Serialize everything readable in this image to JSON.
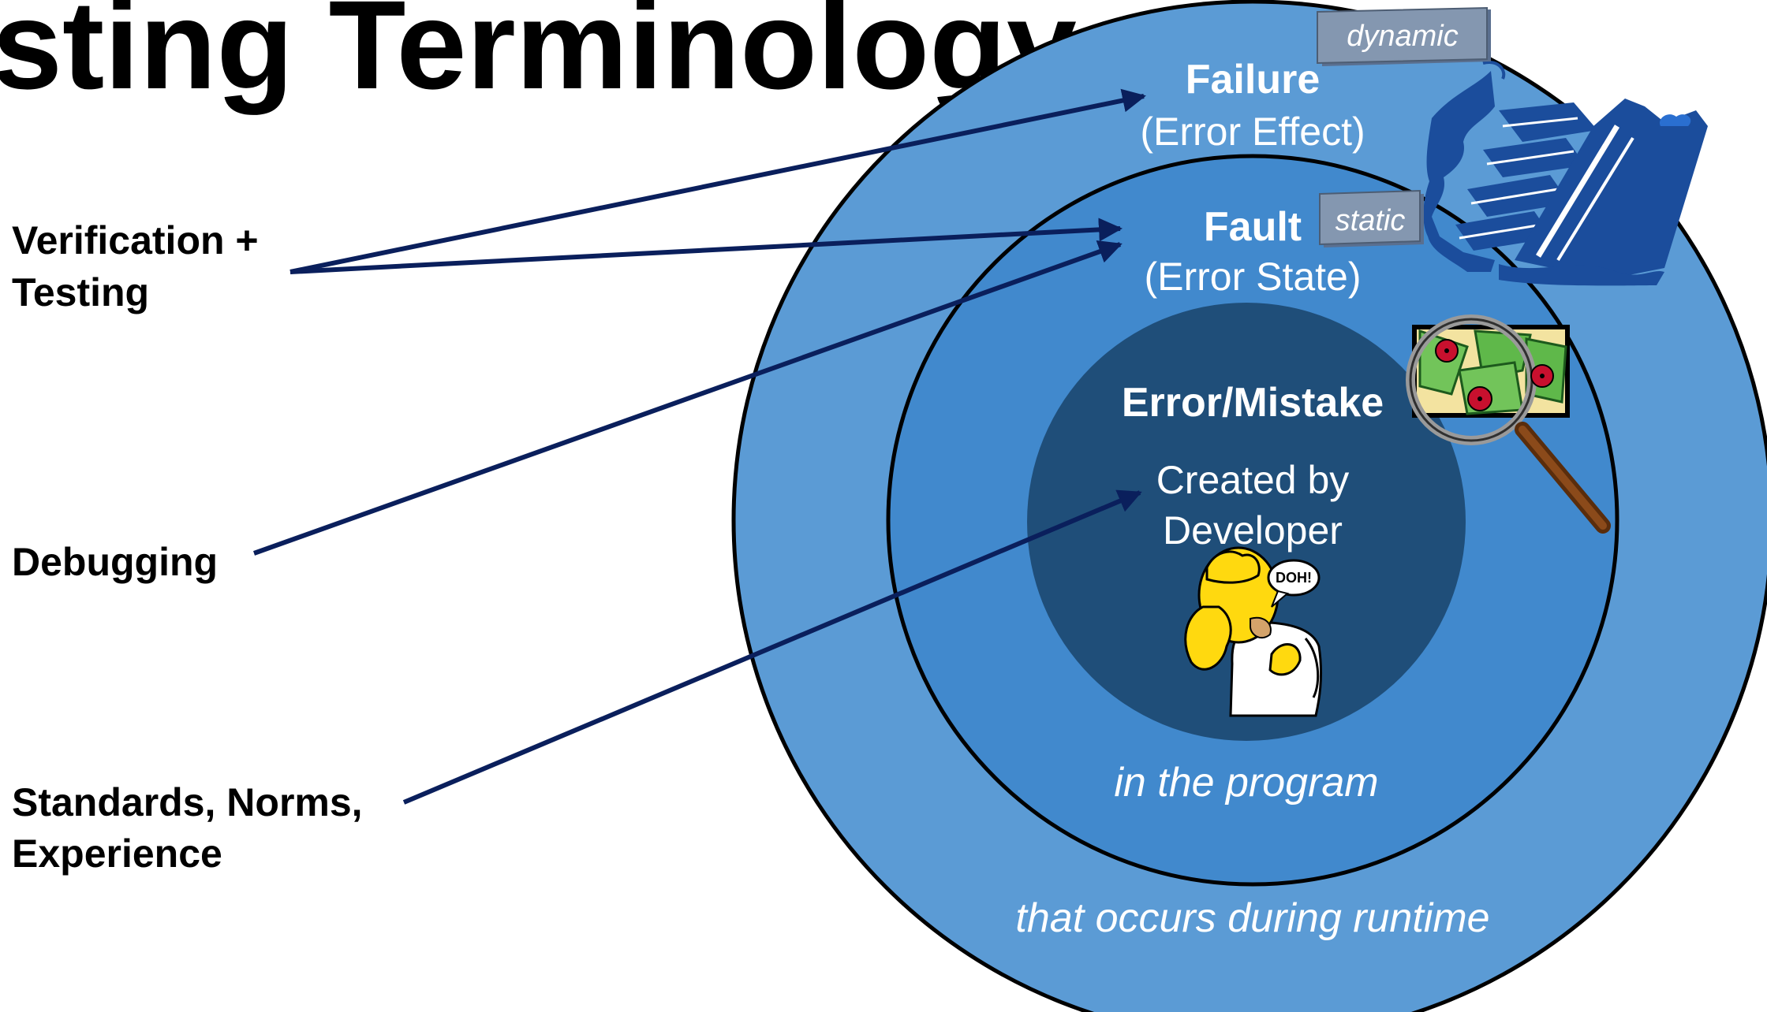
{
  "title": "sting Terminology",
  "left_labels": {
    "verification": [
      "Verification +",
      "Testing"
    ],
    "debugging": [
      "Debugging"
    ],
    "standards": [
      "Standards, Norms,",
      "Experience"
    ]
  },
  "outer_circle": {
    "heading": "Failure",
    "subheading": "(Error Effect)",
    "caption": "that occurs during runtime",
    "tag": "dynamic",
    "icon": "sinking-ship-icon"
  },
  "middle_circle": {
    "heading": "Fault",
    "subheading": "(Error State)",
    "caption": "in the program",
    "tag": "static",
    "icon": "magnifier-bugs-icon"
  },
  "inner_circle": {
    "heading": "Error/Mistake",
    "subheading": [
      "Created by",
      "Developer"
    ],
    "icon": "developer-doh-icon",
    "speech_bubble": "DOH!"
  },
  "colors": {
    "outer_ring": "#5b9bd5",
    "middle_ring": "#4189cd",
    "inner_core": "#1f4e79",
    "arrows": "#0a1f5c",
    "tags": "#8497b0",
    "ship": "#1b4d9c"
  }
}
